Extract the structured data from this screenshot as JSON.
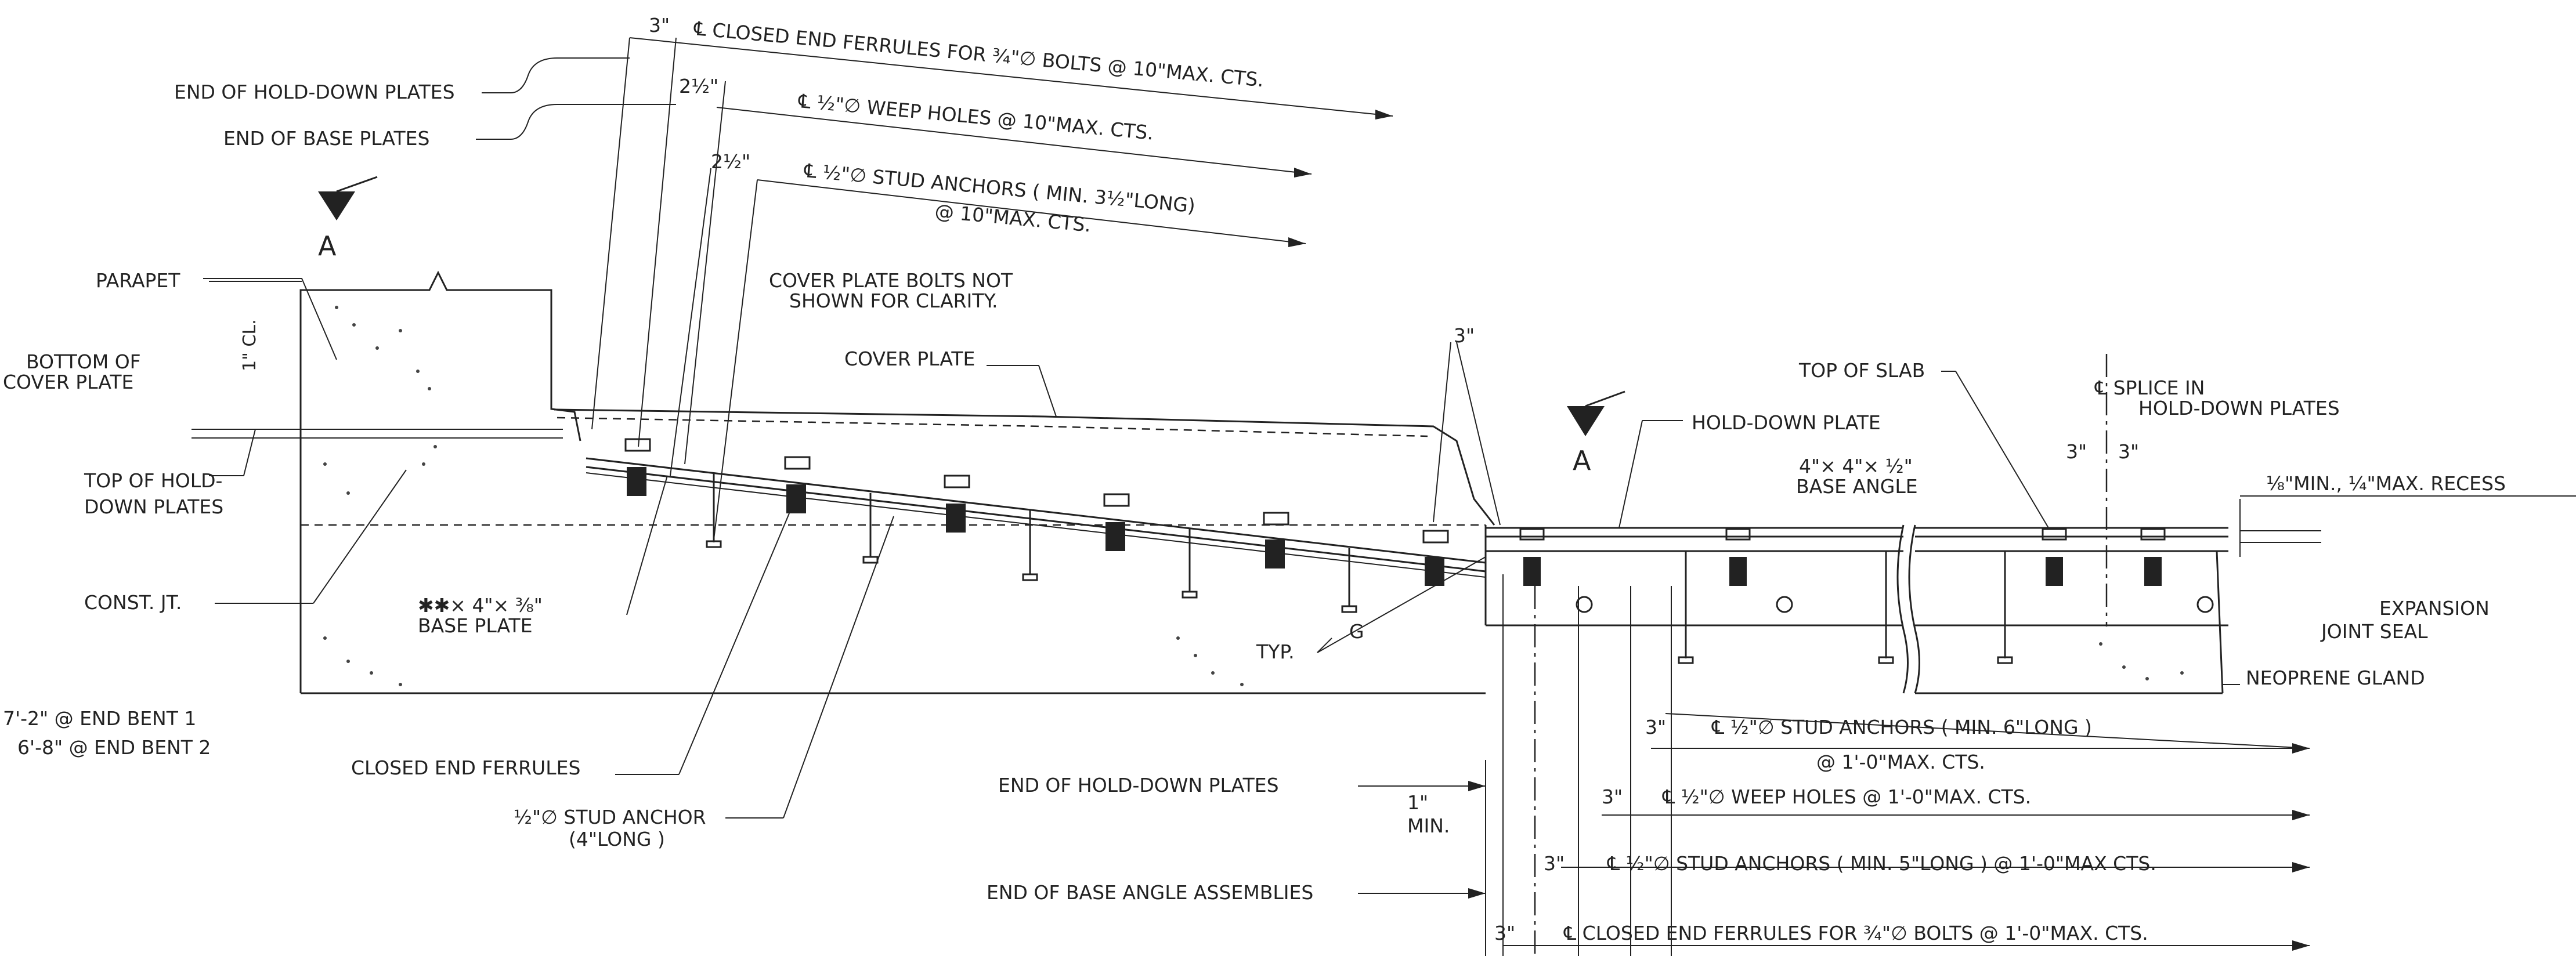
{
  "labels": {
    "ferrules_top": "℄ CLOSED END FERRULES FOR ¾\"∅ BOLTS @ 10\"MAX. CTS.",
    "weep_top": "℄ ½\"∅  WEEP HOLES @ 10\"MAX. CTS.",
    "stud_top_1": "℄ ½\"∅ STUD ANCHORS ( MIN. 3½\"LONG)",
    "stud_top_2": "@ 10\"MAX. CTS.",
    "dim_3in_top": "3\"",
    "dim_2half_a": "2½\"",
    "dim_2half_b": "2½\"",
    "end_holddown_top": "END OF HOLD-DOWN PLATES",
    "end_base_top": "END OF BASE PLATES",
    "section_a": "A",
    "section_a2": "A",
    "parapet": "PARAPET",
    "bottom_cover_1": "BOTTOM OF",
    "bottom_cover_2": "COVER PLATE",
    "one_in_cl": "1\" CL.",
    "top_holddown_1": "TOP OF HOLD-",
    "top_holddown_2": "DOWN PLATES",
    "const_jt": "CONST. JT.",
    "bent1": "7'-2\" @ END BENT 1",
    "bent2": "6'-8\" @ END BENT 2",
    "cover_note_1": "COVER PLATE BOLTS NOT",
    "cover_note_2": "SHOWN FOR CLARITY.",
    "cover_plate": "COVER PLATE",
    "dim_3in_mid": "3\"",
    "base_plate_1": "✱✱× 4\"× ⅜\"",
    "base_plate_2": "BASE PLATE",
    "closed_end_ferrules": "CLOSED END FERRULES",
    "stud_anchor_1": "½\"∅ STUD ANCHOR",
    "stud_anchor_2": "(4\"LONG )",
    "typ": "TYP.",
    "weld_g": "G",
    "holddown_plate": "HOLD-DOWN PLATE",
    "top_slab": "TOP OF SLAB",
    "splice_1": "℄ SPLICE IN",
    "splice_2": "HOLD-DOWN PLATES",
    "angle_1": "4\"× 4\"× ½\"",
    "angle_2": "BASE ANGLE",
    "dim_3in_s1": "3\"",
    "dim_3in_s2": "3\"",
    "recess": "⅛\"MIN., ¼\"MAX. RECESS",
    "exp_seal_1": "EXPANSION",
    "exp_seal_2": "JOINT SEAL",
    "neoprene": "NEOPRENE GLAND",
    "stud_bot_1": "℄ ½\"∅ STUD ANCHORS ( MIN. 6\"LONG )",
    "stud_bot_2": "@ 1'-0\"MAX. CTS.",
    "weep_bot": "℄ ½\"∅ WEEP HOLES @ 1'-0\"MAX. CTS.",
    "stud_bot_3": "℄ ½\"∅  STUD ANCHORS ( MIN. 5\"LONG ) @ 1'-0\"MAX CTS.",
    "ferrules_bot": "℄ CLOSED END FERRULES FOR ¾\"∅ BOLTS @ 1'-0\"MAX. CTS.",
    "end_holddown_bot": "END OF HOLD-DOWN PLATES",
    "end_base_angle": "END OF BASE ANGLE ASSEMBLIES",
    "one_in_min_1": "1\"",
    "one_in_min_2": "MIN.",
    "dim_3in_b1": "3\"",
    "dim_3in_b2": "3\"",
    "dim_3in_b3": "3\"",
    "dim_3in_b4": "3\""
  }
}
